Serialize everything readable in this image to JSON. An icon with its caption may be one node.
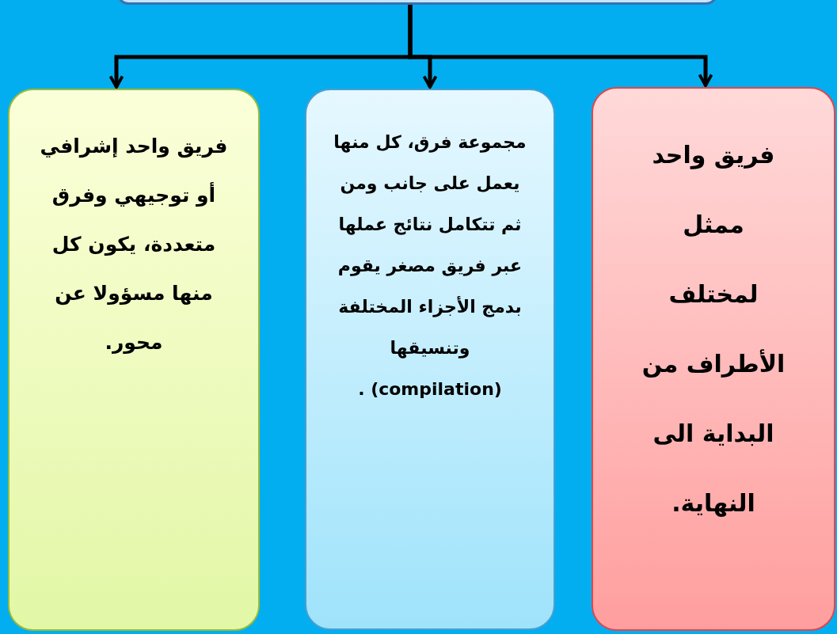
{
  "diagram": {
    "nodes": [
      {
        "text": [],
        "shape": "box"
      },
      {
        "text": [
          "فريق واحد ممثل لمختلف الأطراف من البداية الى النهاية."
        ]
      },
      {
        "text": [
          "مجموعة فرق، كل منها يعمل على جانب ومن ثم تتكامل نتائج عملها عبر فريق مصغر يقوم بدمج الأجزاء المختلفة وتنسيقها (compilation) ."
        ]
      },
      {
        "text": [
          "فريق واحد إشرافي أو توجيهي وفرق متعددة، يكون كل منها مسؤولا عن محور."
        ]
      }
    ],
    "edges": [
      {
        "from": 0,
        "to": 1,
        "arrow": "to"
      },
      {
        "from": 0,
        "to": 2,
        "arrow": "to"
      },
      {
        "from": 0,
        "to": 3,
        "arrow": "to"
      }
    ]
  }
}
